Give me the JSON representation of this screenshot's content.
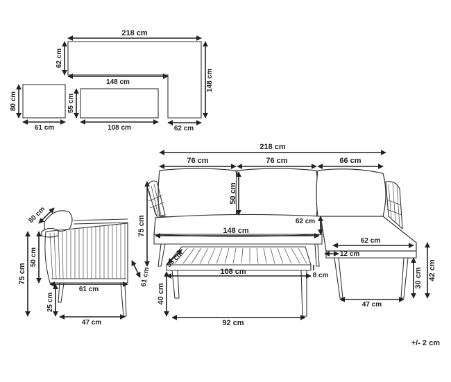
{
  "plan": {
    "corner_width": "218 cm",
    "corner_depth": "62 cm",
    "inner_length": "148 cm",
    "side_length": "148 cm",
    "end_depth": "62 cm",
    "chair_depth": "80 cm",
    "chair_width": "61 cm",
    "table_depth": "55 cm",
    "table_width": "108 cm"
  },
  "chair": {
    "back_diag": "80 cm",
    "seat_height_back": "50 cm",
    "total_height": "75 cm",
    "seat_width": "61 cm",
    "arm_depth": "61 cm",
    "leg_height": "25 cm",
    "leg_span": "47 cm"
  },
  "sofa": {
    "total_width": "218 cm",
    "seg1": "76 cm",
    "seg2": "76 cm",
    "seg3": "66 cm",
    "back_height": "50 cm",
    "total_height": "75 cm",
    "seat_width": "148 cm",
    "seat_depth": "62 cm",
    "chaise_width": "62 cm",
    "chaise_gap": "12 cm",
    "chaise_height": "42 cm",
    "chaise_leg": "30 cm",
    "chaise_leg_span": "47 cm"
  },
  "table": {
    "depth": "55 cm",
    "width": "108 cm",
    "thickness": "8 cm",
    "height": "40 cm",
    "leg_span": "92 cm"
  },
  "tolerance": "+/- 2 cm"
}
